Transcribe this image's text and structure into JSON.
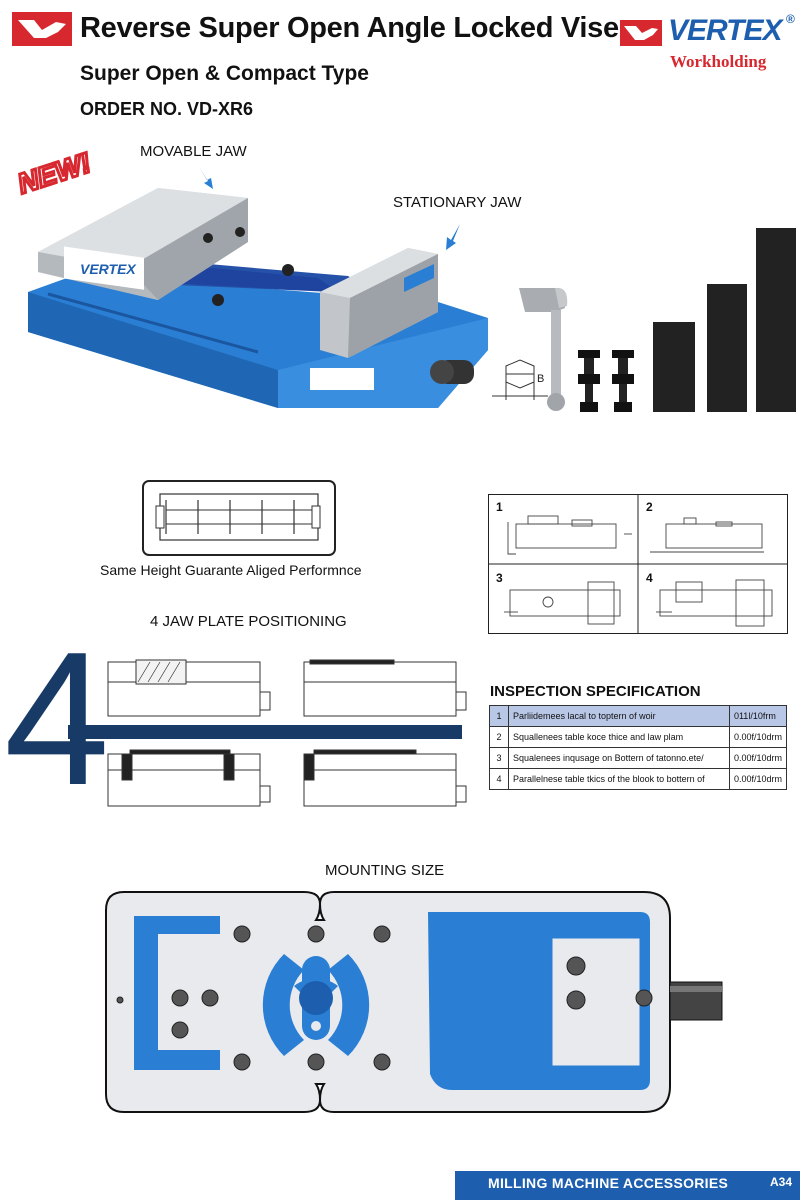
{
  "header": {
    "title": "Reverse Super Open Angle Locked Vise",
    "subtitle": "Super Open & Compact Type",
    "order_no": "ORDER NO. VD-XR6",
    "brand_name": "VERTEX",
    "brand_reg": "®",
    "brand_sub": "Workholding",
    "logo_icon": "vertex-logo-icon"
  },
  "hero": {
    "new_badge": "NEW!",
    "movable_jaw_label": "MOVABLE JAW",
    "stationary_jaw_label": "STATIONARY JAW",
    "dimension_label": "B",
    "vise_badge_text": "VERTEX"
  },
  "feature": {
    "caption": "Same Height Guarante Aliged Performnce"
  },
  "positioning": {
    "title": "4 JAW PLATE POSITIONING",
    "big_number": "4"
  },
  "steps": {
    "numbers": [
      "1",
      "2",
      "3",
      "4"
    ]
  },
  "inspection": {
    "title": "INSPECTION SPECIFICATION",
    "rows": [
      {
        "no": "1",
        "text": "Parliidemees lacal to toptern of woir",
        "value": "011l/10frm"
      },
      {
        "no": "2",
        "text": "Squallenees table koce thice and law plam",
        "value": "0.00f/10drm"
      },
      {
        "no": "3",
        "text": "Squalenees inqusage on Bottern of tatonno.ete/",
        "value": "0.00f/10drm"
      },
      {
        "no": "4",
        "text": "Parallelnese table tkics of the blook to bottern of",
        "value": "0.00f/10drm"
      }
    ]
  },
  "mounting": {
    "title": "MOUNTING SIZE"
  },
  "footer": {
    "text": "MILLING  MACHINE ACCESSORIES",
    "page": "A34"
  },
  "colors": {
    "brand_blue": "#1d5fae",
    "vise_blue": "#2a7fd4",
    "brand_red": "#d7282f",
    "navy": "#173a66"
  }
}
